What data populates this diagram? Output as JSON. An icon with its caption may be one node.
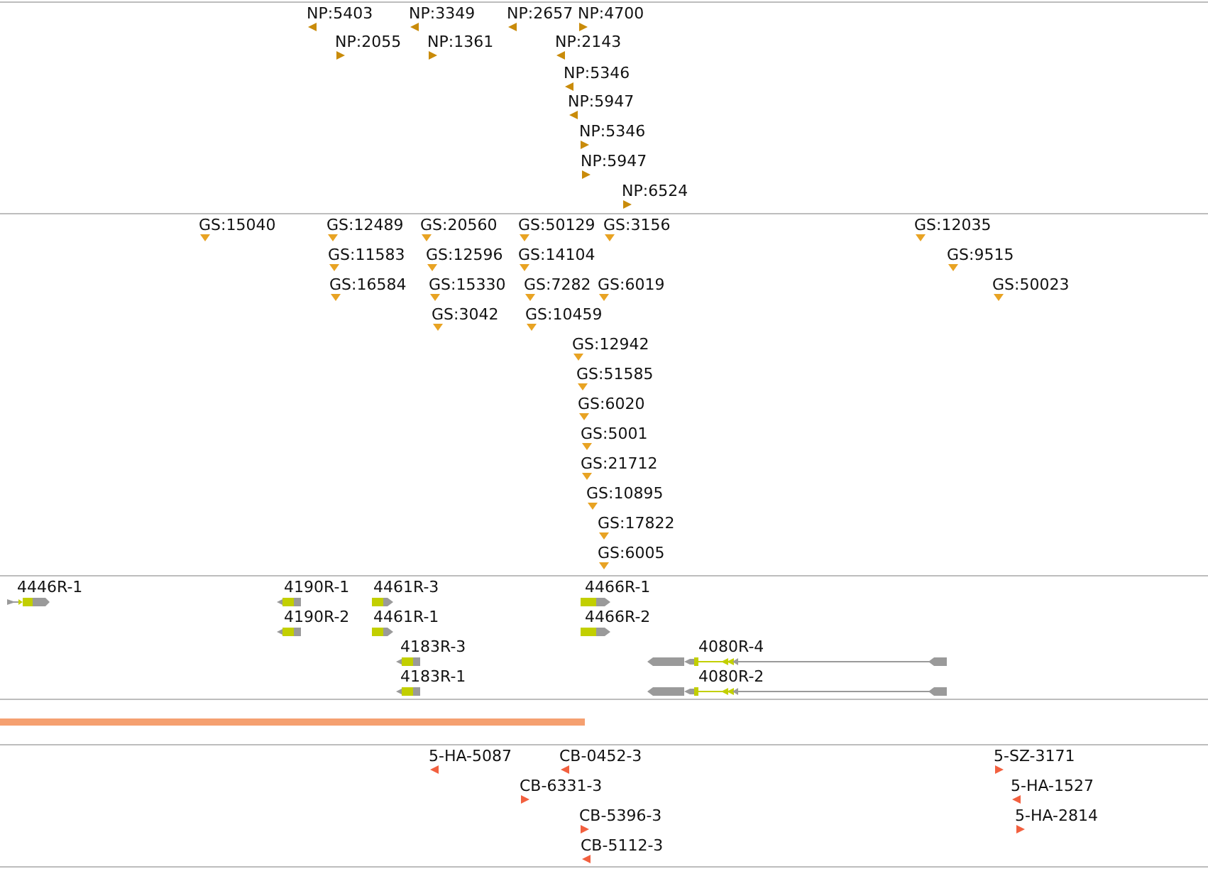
{
  "diagram": {
    "labels": [
      "NP:5403",
      "NP:3349",
      "NP:2657",
      "NP:4700",
      "NP:2055",
      "NP:1361",
      "NP:2143",
      "NP:5346",
      "NP:5947",
      "NP:5346",
      "NP:5947",
      "NP:6524",
      "GS:15040",
      "GS:12489",
      "GS:20560",
      "GS:50129",
      "GS:3156",
      "GS:12035",
      "GS:11583",
      "GS:12596",
      "GS:14104",
      "GS:9515",
      "GS:16584",
      "GS:15330",
      "GS:7282",
      "GS:6019",
      "GS:50023",
      "GS:3042",
      "GS:10459",
      "GS:12942",
      "GS:51585",
      "GS:6020",
      "GS:5001",
      "GS:21712",
      "GS:10895",
      "GS:17822",
      "GS:6005",
      "4446R-1",
      "4190R-1",
      "4461R-3",
      "4466R-1",
      "4190R-2",
      "4461R-1",
      "4466R-2",
      "4183R-3",
      "4080R-4",
      "4183R-1",
      "4080R-2",
      "5-HA-5087",
      "CB-0452-3",
      "5-SZ-3171",
      "CB-6331-3",
      "5-HA-1527",
      "CB-5396-3",
      "5-HA-2814",
      "CB-5112-3"
    ]
  }
}
